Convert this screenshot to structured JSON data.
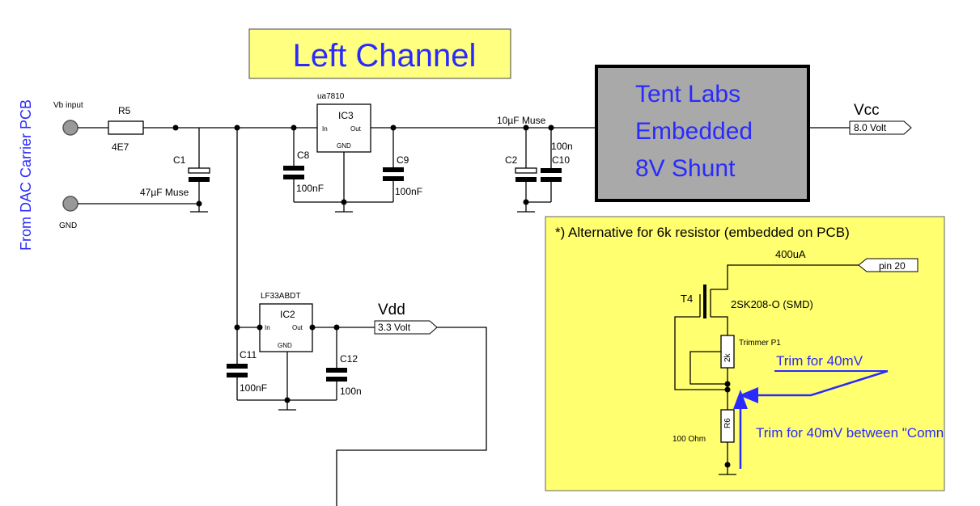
{
  "title": "Left Channel",
  "side_label": "From DAC Carrier PCB",
  "inputs": {
    "vb": "Vb input",
    "gnd": "GND"
  },
  "r5": {
    "name": "R5",
    "value": "4E7"
  },
  "c1": {
    "name": "C1",
    "value": "47µF Muse"
  },
  "ic3": {
    "part": "ua7810",
    "name": "IC3",
    "in": "In",
    "out": "Out",
    "gnd": "GND"
  },
  "c8": {
    "name": "C8",
    "value": "100nF"
  },
  "c9": {
    "name": "C9",
    "value": "100nF"
  },
  "c2": {
    "name": "C2",
    "value": "10µF Muse"
  },
  "c10": {
    "name": "C10",
    "value": "100n"
  },
  "shunt": {
    "line1": "Tent Labs",
    "line2": "Embedded",
    "line3": "8V Shunt"
  },
  "vcc": {
    "name": "Vcc",
    "value": "8.0 Volt"
  },
  "ic2": {
    "part": "LF33ABDT",
    "name": "IC2",
    "in": "In",
    "out": "Out",
    "gnd": "GND"
  },
  "c11": {
    "name": "C11",
    "value": "100nF"
  },
  "c12": {
    "name": "C12",
    "value": "100n"
  },
  "vdd": {
    "name": "Vdd",
    "value": "3.3 Volt"
  },
  "alt": {
    "title": "*) Alternative for 6k resistor (embedded on PCB)",
    "current": "400uA",
    "pin": "pin 20",
    "t4_name": "T4",
    "t4_part": "2SK208-O  (SMD)",
    "p1_name": "Trimmer P1",
    "p1_value": "2k",
    "r6_name": "R6",
    "r6_value": "100 Ohm",
    "note1": "Trim for 40mV",
    "note2": "Trim for 40mV between \"Comn"
  },
  "colors": {
    "title_box": "#ffff80",
    "alt_box": "#ffff70",
    "shunt_box": "#a9a9a9",
    "annotation_blue": "#2a2aff"
  }
}
